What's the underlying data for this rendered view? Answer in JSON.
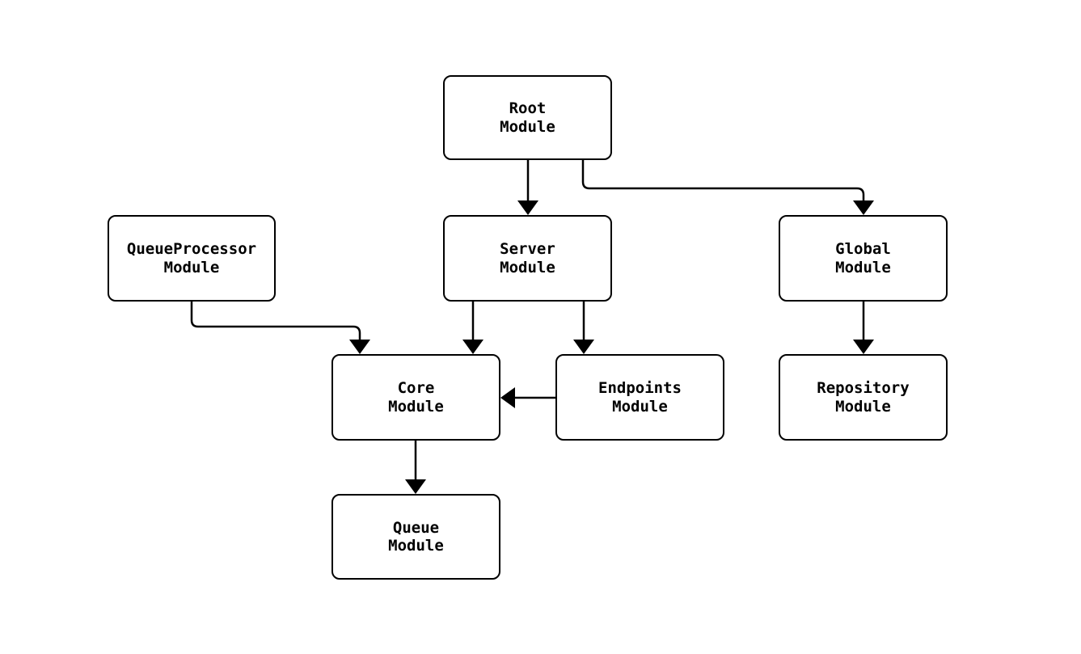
{
  "diagram": {
    "type": "module-dependency-graph",
    "colors": {
      "background": "#ffffff",
      "node_fill": "#ffffff",
      "node_border": "#000000",
      "text": "#000000",
      "arrow": "#000000"
    },
    "nodes": {
      "root": {
        "label": "Root\nModule"
      },
      "queueprocessor": {
        "label": "QueueProcessor\nModule"
      },
      "server": {
        "label": "Server\nModule"
      },
      "global": {
        "label": "Global\nModule"
      },
      "core": {
        "label": "Core\nModule"
      },
      "endpoints": {
        "label": "Endpoints\nModule"
      },
      "repository": {
        "label": "Repository\nModule"
      },
      "queue": {
        "label": "Queue\nModule"
      }
    },
    "edges": [
      {
        "from": "Root Module",
        "to": "Server Module"
      },
      {
        "from": "Root Module",
        "to": "Global Module"
      },
      {
        "from": "QueueProcessor Module",
        "to": "Core Module"
      },
      {
        "from": "Server Module",
        "to": "Core Module"
      },
      {
        "from": "Server Module",
        "to": "Endpoints Module"
      },
      {
        "from": "Endpoints Module",
        "to": "Core Module"
      },
      {
        "from": "Global Module",
        "to": "Repository Module"
      },
      {
        "from": "Core Module",
        "to": "Queue Module"
      }
    ]
  }
}
